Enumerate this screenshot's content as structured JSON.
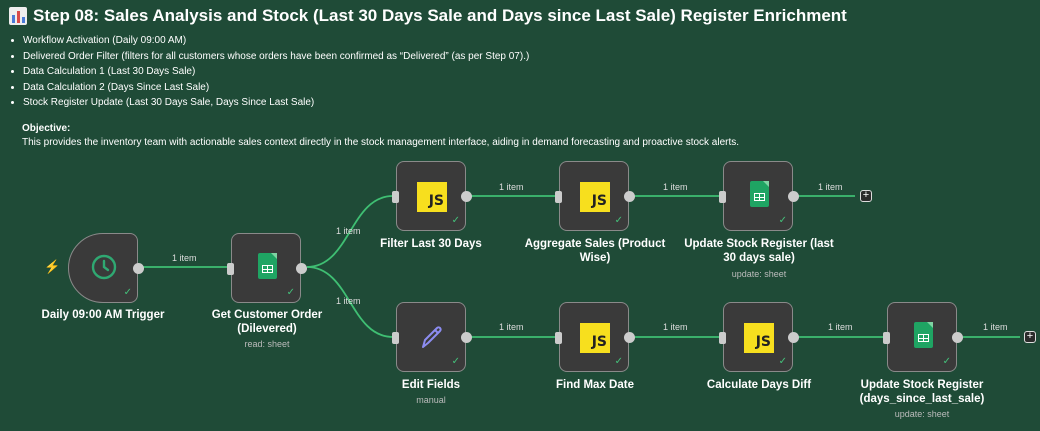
{
  "note": {
    "icon": "bar-chart-icon",
    "title": "Step 08: Sales Analysis and Stock (Last 30 Days Sale and Days since Last Sale) Register Enrichment",
    "bullets": [
      "Workflow Activation (Daily 09:00 AM)",
      "Delivered Order Filter (filters for all customers whose orders have been confirmed as “Delivered” (as per Step 07).)",
      "Data Calculation 1 (Last 30 Days Sale)",
      "Data Calculation 2 (Days Since Last Sale)",
      "Stock Register Update (Last 30 Days Sale, Days Since Last Sale)"
    ],
    "objective_label": "Objective:",
    "objective_text": "This provides the inventory team with actionable sales context directly in the stock management interface, aiding in demand forecasting and proactive stock alerts."
  },
  "nodes": {
    "trigger": {
      "label": "Daily 09:00 AM Trigger",
      "icon": "clock-icon"
    },
    "get_orders": {
      "label": "Get Customer Order (Dilevered)",
      "sub": "read: sheet",
      "icon": "google-sheets-icon"
    },
    "filter30": {
      "label": "Filter Last 30 Days",
      "icon": "js"
    },
    "aggregate": {
      "label": "Aggregate Sales (Product Wise)",
      "icon": "js"
    },
    "update1": {
      "label": "Update Stock Register (last 30 days sale)",
      "sub": "update: sheet",
      "icon": "google-sheets-icon"
    },
    "edit": {
      "label": "Edit Fields",
      "sub": "manual",
      "icon": "pencil-icon"
    },
    "maxdate": {
      "label": "Find Max Date",
      "icon": "js"
    },
    "daysdiff": {
      "label": "Calculate Days Diff",
      "icon": "js"
    },
    "update2": {
      "label": "Update Stock Register (days_since_last_sale)",
      "sub": "update: sheet",
      "icon": "google-sheets-icon"
    }
  },
  "js_text": "JS",
  "item_label": "1 item",
  "colors": {
    "background": "#1f4b37",
    "node": "#3a3a3a",
    "wire": "#3fbf73",
    "js": "#f7df1e",
    "sheets": "#1fa463",
    "check": "#44c07a"
  }
}
